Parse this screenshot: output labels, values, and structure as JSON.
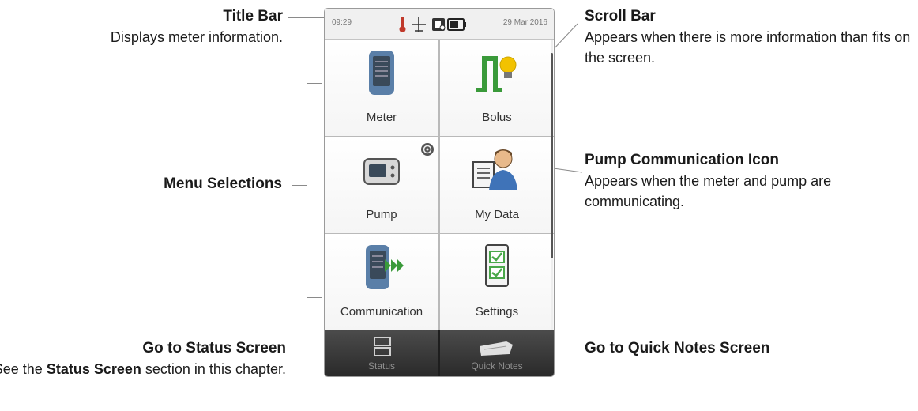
{
  "callouts": {
    "title_bar": {
      "title": "Title Bar",
      "desc": "Displays meter information."
    },
    "menu": {
      "title": "Menu Selections"
    },
    "status": {
      "title": "Go to Status Screen",
      "desc_pre": "See the ",
      "desc_bold": "Status Screen",
      "desc_post": " section in this chapter."
    },
    "scroll": {
      "title": "Scroll Bar",
      "desc": "Appears when there is more information than fits on the screen."
    },
    "pump_comm": {
      "title": "Pump Communication Icon",
      "desc": "Appears when the meter and pump are communicating."
    },
    "quick": {
      "title": "Go to Quick Notes Screen"
    }
  },
  "device": {
    "title_bar": {
      "time": "09:29",
      "date": "29 Mar 2016",
      "icons": [
        "thermometer-icon",
        "airplane-icon",
        "pump-link-icon",
        "battery-icon"
      ]
    },
    "menu": [
      {
        "label": "Meter",
        "icon": "meter-icon"
      },
      {
        "label": "Bolus",
        "icon": "bolus-icon"
      },
      {
        "label": "Pump",
        "icon": "pump-icon"
      },
      {
        "label": "My Data",
        "icon": "my-data-icon"
      },
      {
        "label": "Communication",
        "icon": "communication-icon"
      },
      {
        "label": "Settings",
        "icon": "settings-icon"
      }
    ],
    "bottom": {
      "status_label": "Status",
      "quick_label": "Quick Notes"
    }
  },
  "colors": {
    "thermometer": "#c0392b",
    "meter_blue": "#5a7fa8",
    "bolus_green": "#3a9a3a",
    "bulb_yellow": "#f2c200",
    "settings_green": "#4aa84a"
  }
}
